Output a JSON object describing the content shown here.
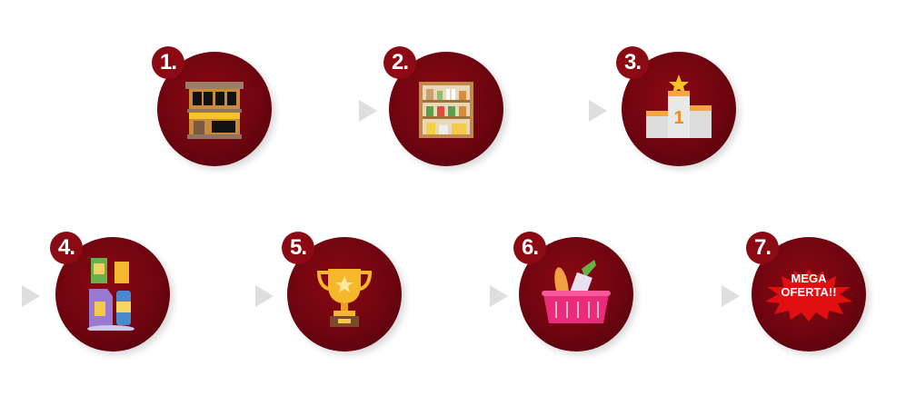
{
  "steps": [
    {
      "number": "1.",
      "icon": "storefront-icon"
    },
    {
      "number": "2.",
      "icon": "shelf-icon"
    },
    {
      "number": "3.",
      "icon": "podium-icon"
    },
    {
      "number": "4.",
      "icon": "products-icon"
    },
    {
      "number": "5.",
      "icon": "trophy-icon"
    },
    {
      "number": "6.",
      "icon": "shopping-basket-icon"
    },
    {
      "number": "7.",
      "icon": "mega-offer-burst-icon",
      "label_line1": "MEGA",
      "label_line2": "OFERTA!!"
    }
  ],
  "podium_number": "1",
  "colors": {
    "circle": "#6e0510",
    "badge": "#8c0a14",
    "arrow": "#dedede"
  }
}
